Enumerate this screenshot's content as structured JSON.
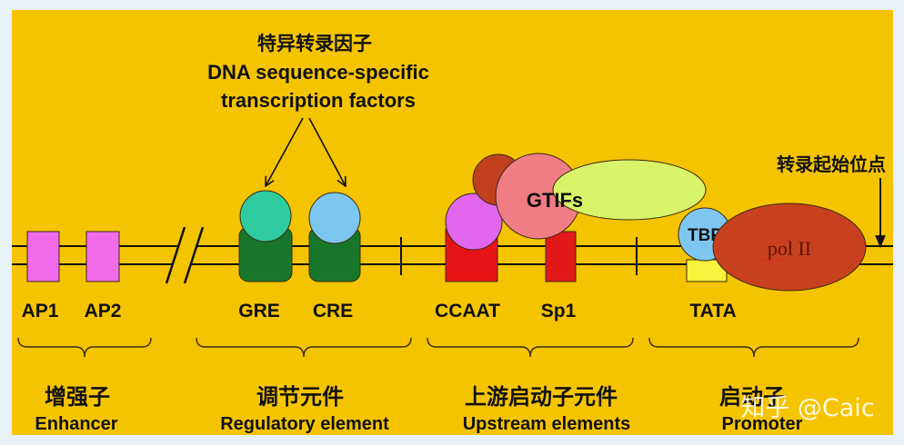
{
  "title": {
    "zh": "特异转录因子",
    "en_line1": "DNA sequence-specific",
    "en_line2": "transcription factors"
  },
  "tss_label": "转录起始位点",
  "elements": {
    "ap1": "AP1",
    "ap2": "AP2",
    "gre": "GRE",
    "cre": "CRE",
    "ccaat": "CCAAT",
    "sp1": "Sp1",
    "tata": "TATA"
  },
  "factors": {
    "gtifs": "GTIFs",
    "tbp": "TBP",
    "pol2": "pol II"
  },
  "regions": [
    {
      "zh": "增强子",
      "en": "Enhancer"
    },
    {
      "zh": "调节元件",
      "en": "Regulatory element"
    },
    {
      "zh": "上游启动子元件",
      "en": "Upstream elements"
    },
    {
      "zh": "启动子",
      "en": "Promoter"
    }
  ],
  "watermark": "知乎 @Caic",
  "colors": {
    "panel": "#F5C400",
    "enhancer_box": "#F26BEA",
    "response_box": "#17762A",
    "gre_factor": "#2ECC9E",
    "cre_factor": "#7CC6F2",
    "ccaat_box": "#E51313",
    "ccaat_factor": "#E266EC",
    "sp1_box": "#E31818",
    "gtif_dark": "#C0401E",
    "gtif_pink": "#F07C84",
    "gtif_green": "#D9F36A",
    "tbp": "#7FC7F0",
    "tata_box": "#F7F23C",
    "pol2": "#C8401E",
    "pol2_text": "#5A140A"
  }
}
